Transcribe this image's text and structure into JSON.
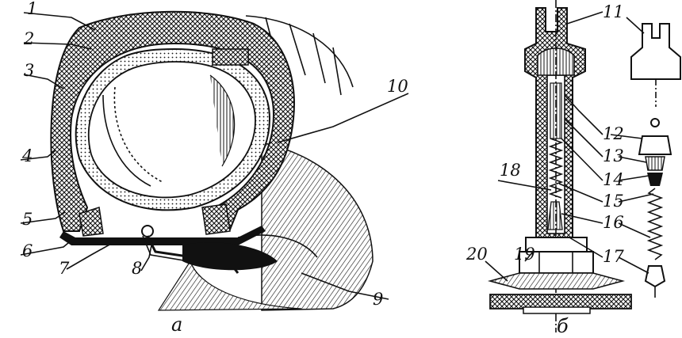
{
  "figure": {
    "left_caption": "a",
    "right_caption": "б",
    "callouts_left": [
      "1",
      "2",
      "3",
      "4",
      "5",
      "6",
      "7",
      "8",
      "9",
      "10"
    ],
    "callouts_right": [
      "11",
      "12",
      "13",
      "14",
      "15",
      "16",
      "17",
      "18",
      "19",
      "20"
    ]
  },
  "colors": {
    "ink": "#111111",
    "paper": "#ffffff"
  }
}
